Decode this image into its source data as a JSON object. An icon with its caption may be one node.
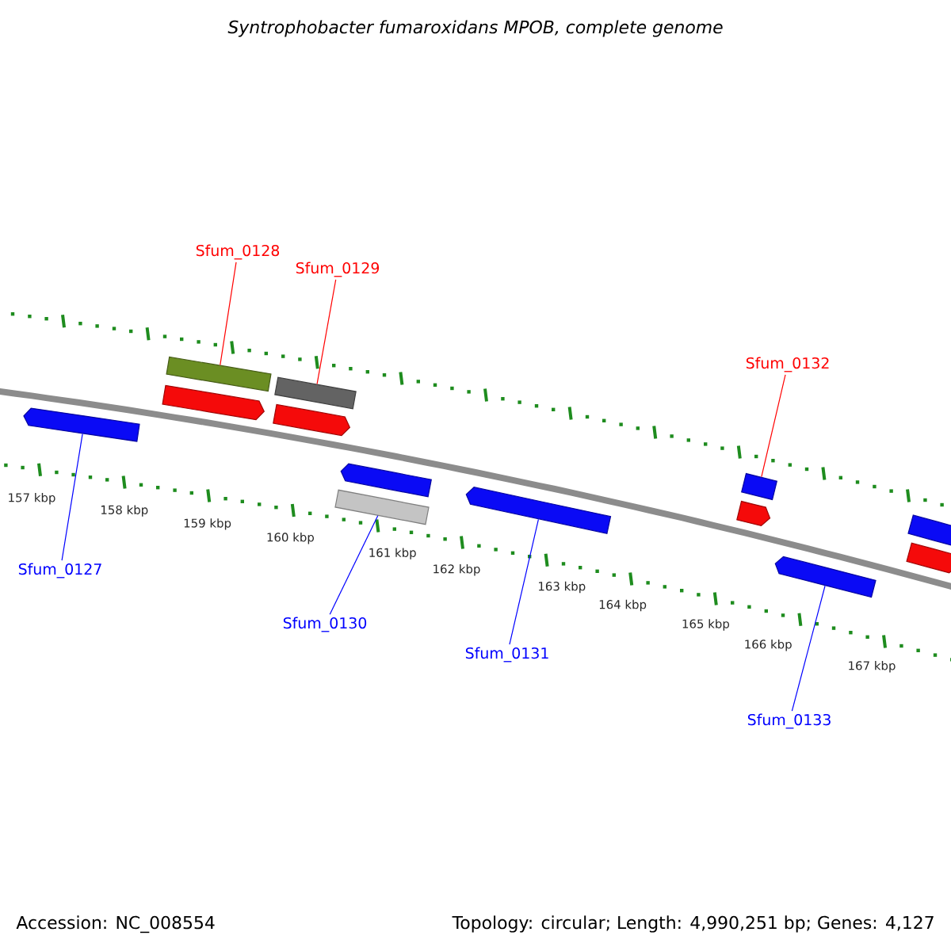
{
  "diagram": {
    "title": "Syntrophobacter fumaroxidans MPOB, complete genome",
    "nodes": [
      {
        "text": [
          "Sfum_0128"
        ]
      },
      {
        "text": [
          "Sfum_0129"
        ]
      },
      {
        "text": [
          "Sfum_0132"
        ]
      },
      {
        "text": [],
        "shape": "bar"
      },
      {
        "text": [],
        "shape": "bar"
      },
      {
        "text": [],
        "shape": "bar"
      },
      {
        "text": [],
        "shape": "bar"
      },
      {
        "text": [],
        "shape": "bar"
      },
      {
        "text": [],
        "shape": "bar"
      },
      {
        "text": [],
        "shape": "bar"
      },
      {
        "text": [],
        "shape": "bar"
      },
      {
        "text": [],
        "shape": "bar"
      },
      {
        "text": [],
        "shape": "bar"
      },
      {
        "text": [],
        "shape": "bar"
      },
      {
        "text": [],
        "shape": "bar"
      },
      {
        "text": [],
        "shape": "bar"
      },
      {
        "text": [
          "Sfum_0127"
        ]
      },
      {
        "text": [
          "Sfum_0130"
        ]
      },
      {
        "text": [
          "Sfum_0131"
        ]
      },
      {
        "text": [
          "Sfum_0133"
        ]
      }
    ],
    "edges": [
      {
        "from": 0,
        "to": 3,
        "arrow": "none",
        "color": "#ff0000"
      },
      {
        "from": 1,
        "to": 4,
        "arrow": "none",
        "color": "#ff0000"
      },
      {
        "from": 2,
        "to": 8,
        "arrow": "none",
        "color": "#ff0000"
      },
      {
        "from": 16,
        "to": 7,
        "arrow": "none"
      },
      {
        "from": 17,
        "to": 11,
        "arrow": "none"
      },
      {
        "from": 18,
        "to": 12,
        "arrow": "none"
      },
      {
        "from": 19,
        "to": 15,
        "arrow": "none"
      }
    ],
    "labels": [
      "157 kbp",
      "158 kbp",
      "159 kbp",
      "160 kbp",
      "161 kbp",
      "162 kbp",
      "163 kbp",
      "164 kbp",
      "165 kbp",
      "166 kbp",
      "167 kbp",
      "Accession: NC_008554",
      "Topology: circular; Length: 4,990,251 bp; Genes: 4,127"
    ]
  }
}
